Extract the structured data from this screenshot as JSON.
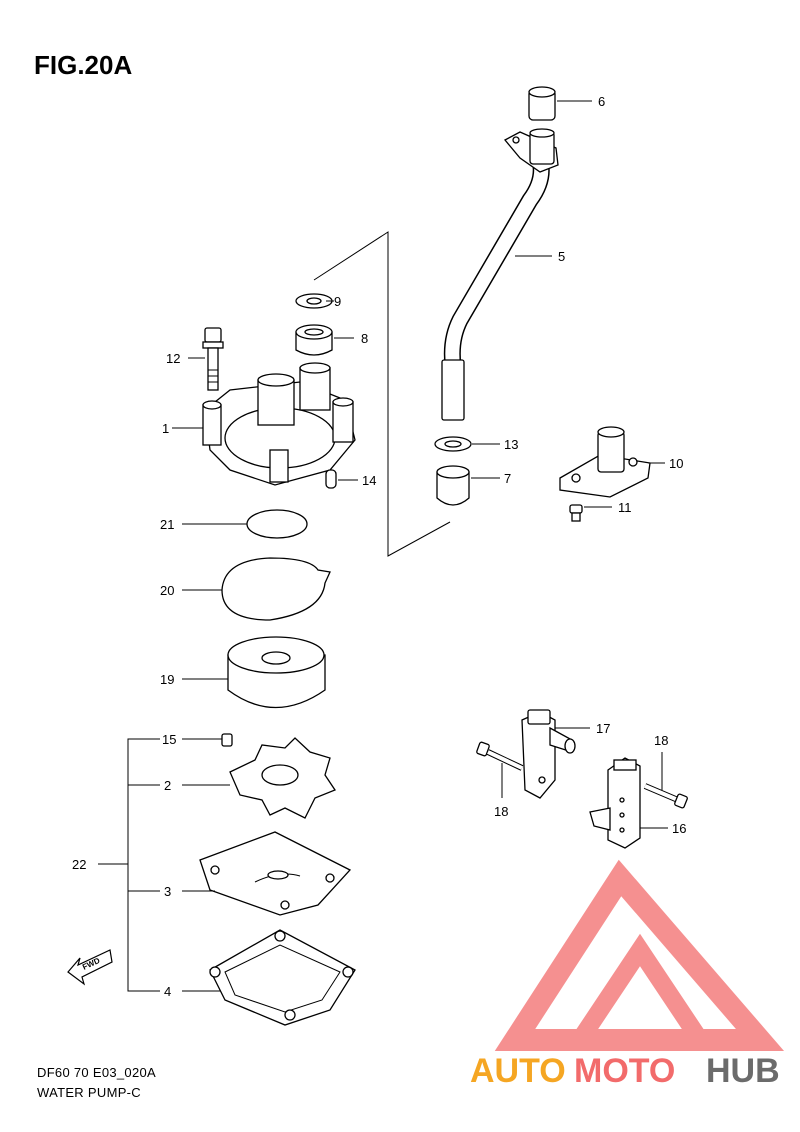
{
  "figure": {
    "title": "FIG.20A",
    "code": "DF60 70 E03_020A",
    "subtitle": "WATER PUMP-C"
  },
  "fwd_label": "FWD",
  "callouts": {
    "c1": "1",
    "c2": "2",
    "c3": "3",
    "c4": "4",
    "c5": "5",
    "c6": "6",
    "c7": "7",
    "c8": "8",
    "c9": "9",
    "c10": "10",
    "c11": "11",
    "c12": "12",
    "c13": "13",
    "c14": "14",
    "c15": "15",
    "c16": "16",
    "c17": "17",
    "c18a": "18",
    "c18b": "18",
    "c19": "19",
    "c20": "20",
    "c21": "21",
    "c22": "22"
  },
  "watermark": {
    "part1": "AUTO",
    "part2": "MOTO",
    "part3": "HUB",
    "color_orange": "#f5a623",
    "color_red": "#f26b6b",
    "color_gray": "#6b6b6b"
  }
}
